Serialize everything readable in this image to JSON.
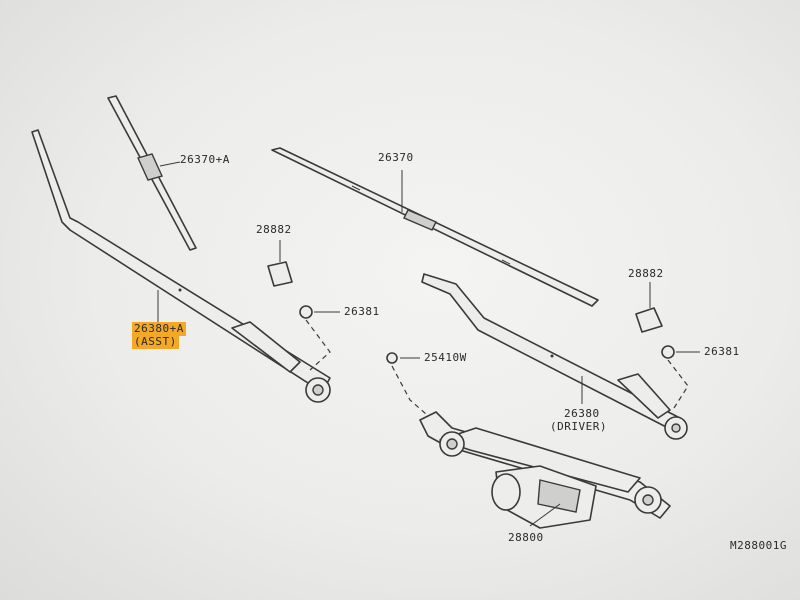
{
  "labels": {
    "blade_assist": "26370+A",
    "blade_driver": "26370",
    "cap_left": "28882",
    "nut_left": "26381",
    "arm_assist_part": "26380+A",
    "arm_assist_side": "(ASST)",
    "bolt": "25410W",
    "cap_right": "28882",
    "nut_right": "26381",
    "arm_driver_part": "26380",
    "arm_driver_side": "(DRIVER)",
    "motor": "28800",
    "diagram_code": "M288001G"
  },
  "colors": {
    "highlight": "#f3a826",
    "line": "#3a3a3a"
  }
}
